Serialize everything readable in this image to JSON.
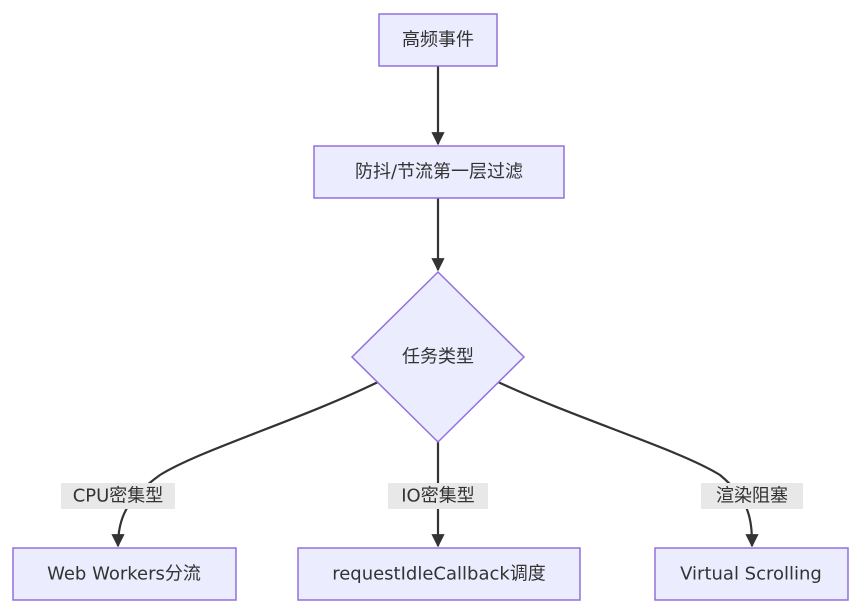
{
  "nodes": {
    "high_freq": "高频事件",
    "debounce": "防抖/节流第一层过滤",
    "task_type": "任务类型",
    "web_workers": "Web Workers分流",
    "idle_callback": "requestIdleCallback调度",
    "virtual_scrolling": "Virtual Scrolling"
  },
  "edge_labels": {
    "cpu": "CPU密集型",
    "io": "IO密集型",
    "render": "渲染阻塞"
  },
  "colors": {
    "node_fill": "#ececff",
    "node_stroke": "#9370db",
    "edge": "#333333",
    "label_bg": "#e8e8e8"
  }
}
